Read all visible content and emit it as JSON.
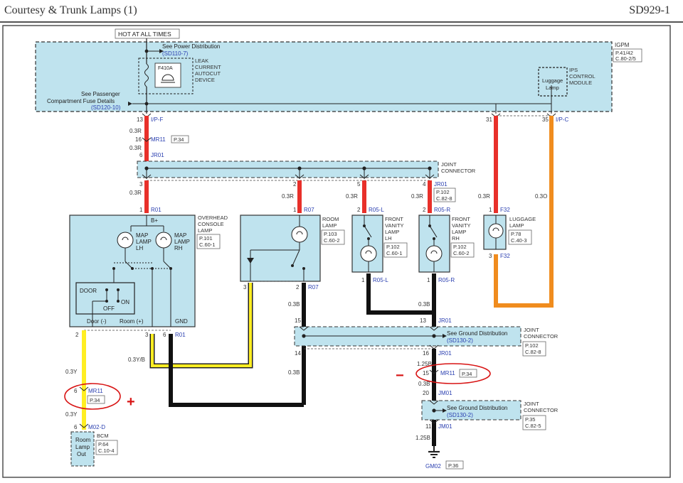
{
  "page": {
    "title": "Courtesy & Trunk Lamps (1)",
    "code": "SD929-1"
  },
  "colors": {
    "block": "#bfe3ee",
    "red": "#e8302a",
    "black": "#111111",
    "yellow": "#ffee22",
    "yellow_black": "#d8c400",
    "orange": "#f08c1e",
    "link": "#2a3fb0",
    "mark": "#d81414"
  },
  "top": {
    "hot": "HOT AT ALL TIMES",
    "power_dist": "See Power Distribution",
    "power_dist_ref": "(SD110-7)",
    "fuse": "F410A",
    "leak": [
      "LEAK",
      "CURRENT",
      "AUTOCUT",
      "DEVICE"
    ],
    "pass_fuse": [
      "See Passenger",
      "Compartment Fuse Details"
    ],
    "pass_fuse_ref": "(SD120-10)",
    "ips": [
      "IPS",
      "CONTROL",
      "MODULE"
    ],
    "luggage_lamp_box": [
      "Luggage",
      "Lamp"
    ],
    "igpm": [
      "IGPM",
      "P.41/42",
      "C.80-2/5"
    ]
  },
  "conn_labels": {
    "ipf": "I/P-F",
    "ipc": "I/P-C",
    "mr11": "MR11",
    "jr01": "JR01",
    "r01": "R01",
    "r07": "R07",
    "r05l": "R05-L",
    "r05r": "R05-R",
    "f32": "F32",
    "m02d": "M02-D",
    "jm01": "JM01",
    "gm02": "GM02"
  },
  "pins": {
    "p13": "13",
    "p16": "16",
    "p6": "6",
    "p3": "3",
    "p1": "1",
    "p2": "2",
    "p5": "5",
    "p4": "4",
    "p31": "31",
    "p35": "35",
    "p15": "15",
    "p14": "14",
    "p20": "20",
    "p11": "11"
  },
  "wires": {
    "r03": "0.3R",
    "o03": "0.3O",
    "b03": "0.3B",
    "yb03": "0.3Y/B",
    "y03": "0.3Y",
    "b125": "1.25B"
  },
  "refs": {
    "p34": "P.34",
    "p102": "P.102",
    "p102c828": [
      "P.102",
      "C.82-8"
    ],
    "p35c825": [
      "P.35",
      "C.82-5"
    ],
    "p36": "P.36"
  },
  "joint": [
    "JOINT",
    "CONNECTOR"
  ],
  "ground_dist": "See Ground Distribution",
  "ground_ref": "(SD130-2)",
  "overhead": {
    "name": [
      "OVERHEAD",
      "CONSOLE",
      "LAMP"
    ],
    "ref": [
      "P.101",
      "C.60-1"
    ],
    "bplus": "B+",
    "map_lh": [
      "MAP",
      "LAMP",
      "LH"
    ],
    "map_rh": [
      "MAP",
      "LAMP",
      "RH"
    ],
    "door": "DOOR",
    "on": "ON",
    "off": "OFF",
    "door_minus": "Door (-)",
    "room_plus": "Room (+)",
    "gnd": "GND"
  },
  "room_lamp": {
    "name": [
      "ROOM",
      "LAMP"
    ],
    "ref": [
      "P.103",
      "C.60-2"
    ]
  },
  "front_lh": {
    "name": [
      "FRONT",
      "VANITY",
      "LAMP",
      "LH"
    ],
    "ref": [
      "P.102",
      "C.60-1"
    ]
  },
  "front_rh": {
    "name": [
      "FRONT",
      "VANITY",
      "LAMP",
      "RH"
    ],
    "ref": [
      "P.102",
      "C.60-2"
    ]
  },
  "luggage": {
    "name": [
      "LUGGAGE",
      "LAMP"
    ],
    "ref": [
      "P.78",
      "C.40-3"
    ]
  },
  "bcm": {
    "name": "BCM",
    "box": [
      "Room",
      "Lamp",
      "Out"
    ],
    "ref": [
      "P.64",
      "C.10-4"
    ]
  },
  "marks": {
    "plus": "+",
    "minus": "−"
  }
}
